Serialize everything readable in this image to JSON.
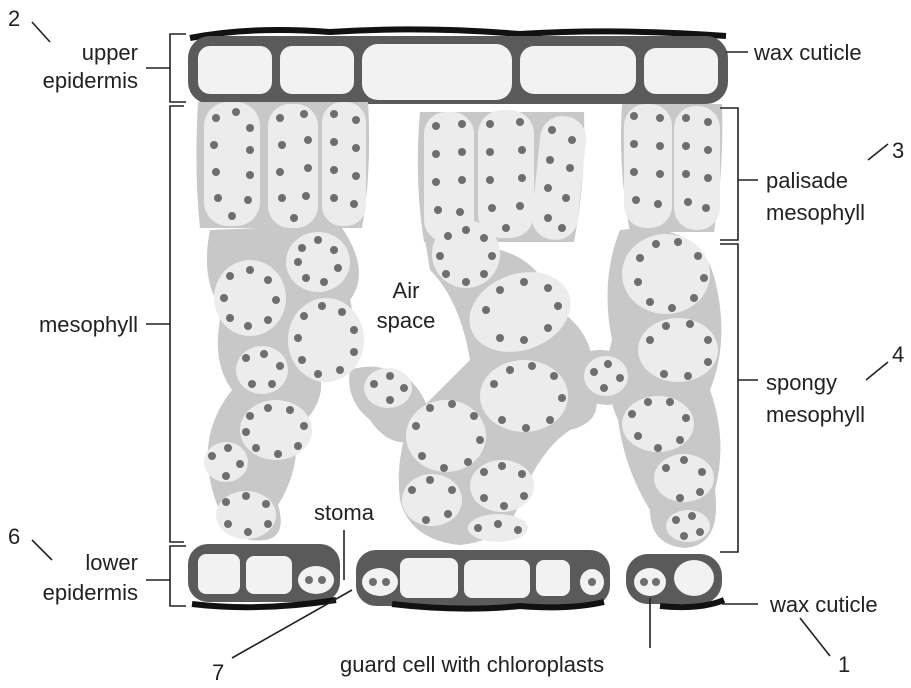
{
  "labels": {
    "upper_epidermis": [
      "upper",
      "epidermis"
    ],
    "wax_cuticle_top": "wax cuticle",
    "palisade_mesophyll": [
      "palisade",
      "mesophyll"
    ],
    "mesophyll": "mesophyll",
    "air_space": [
      "Air",
      "space"
    ],
    "spongy_mesophyll": [
      "spongy",
      "mesophyll"
    ],
    "stoma": "stoma",
    "lower_epidermis": [
      "lower",
      "epidermis"
    ],
    "wax_cuticle_bottom": "wax cuticle",
    "guard_cell": "guard cell with chloroplasts"
  },
  "numbers": {
    "n1": "1",
    "n2": "2",
    "n3": "3",
    "n4": "4",
    "n6": "6",
    "n7": "7"
  },
  "colors": {
    "epidermis_wall": "#5a5a5a",
    "epidermis_fill": "#f2f2f2",
    "cuticle": "#111111",
    "mesophyll_matrix": "#c4c4c4",
    "cell_fill": "#ececec",
    "chloroplast": "#6e6e6e"
  }
}
